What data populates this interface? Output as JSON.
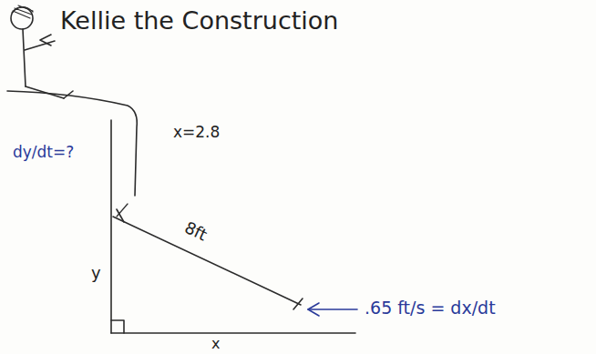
{
  "diagram": {
    "labels": [
      "Kellie the Construction",
      "dy/dt=?",
      "x=2.8",
      "8ft",
      "y",
      "x",
      ".65 ft/s = dx/dt"
    ]
  }
}
